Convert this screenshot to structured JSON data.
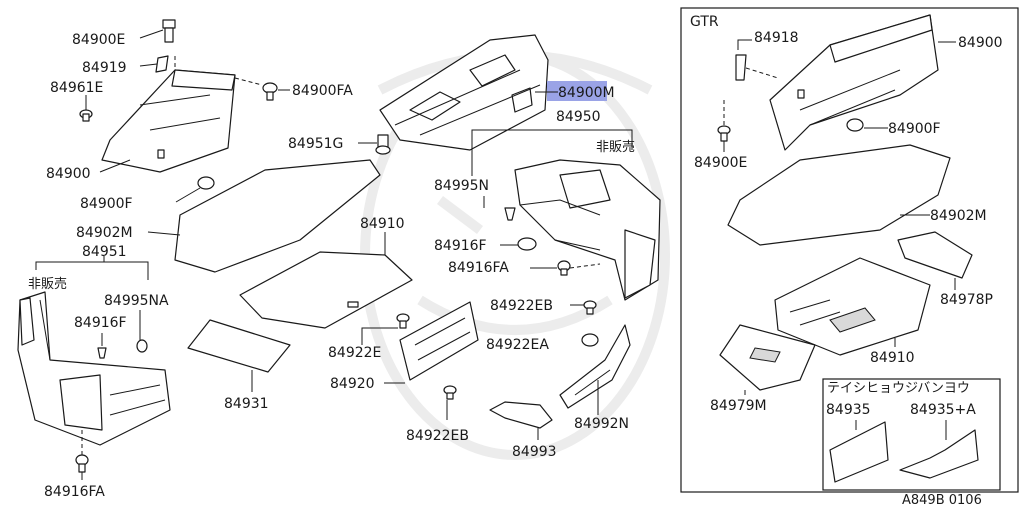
{
  "diagram": {
    "reference_code": "A849B 0106",
    "highlight_color": "#9aa3e6",
    "gtr_box_title": "GTR",
    "sub_box_title": "テイシヒョウジバンヨウ",
    "not_for_sale": "非販売",
    "labels": {
      "p84900E_a": "84900E",
      "p84919": "84919",
      "p84961E": "84961E",
      "p84900FA_a": "84900FA",
      "p84900_a": "84900",
      "p84900F_a": "84900F",
      "p84902M_a": "84902M",
      "p84951": "84951",
      "p84995NA": "84995NA",
      "p84916F_a": "84916F",
      "p84931": "84931",
      "p84916FA_a": "84916FA",
      "p84900M": "84900M",
      "p84951G": "84951G",
      "p84950": "84950",
      "p84995N": "84995N",
      "p84910_a": "84910",
      "p84916F_b": "84916F",
      "p84916FA_b": "84916FA",
      "p84922EB": "84922EB",
      "p84922E": "84922E",
      "p84922EA": "84922EA",
      "p84920": "84920",
      "p84922EB_b": "84922EB",
      "p84993": "84993",
      "p84992N": "84992N",
      "p84918": "84918",
      "p84900_b": "84900",
      "p84900F_b": "84900F",
      "p84900E_b": "84900E",
      "p84902M_b": "84902M",
      "p84978P": "84978P",
      "p84910_b": "84910",
      "p84979M": "84979M",
      "p84935": "84935",
      "p84935A": "84935+A"
    }
  }
}
